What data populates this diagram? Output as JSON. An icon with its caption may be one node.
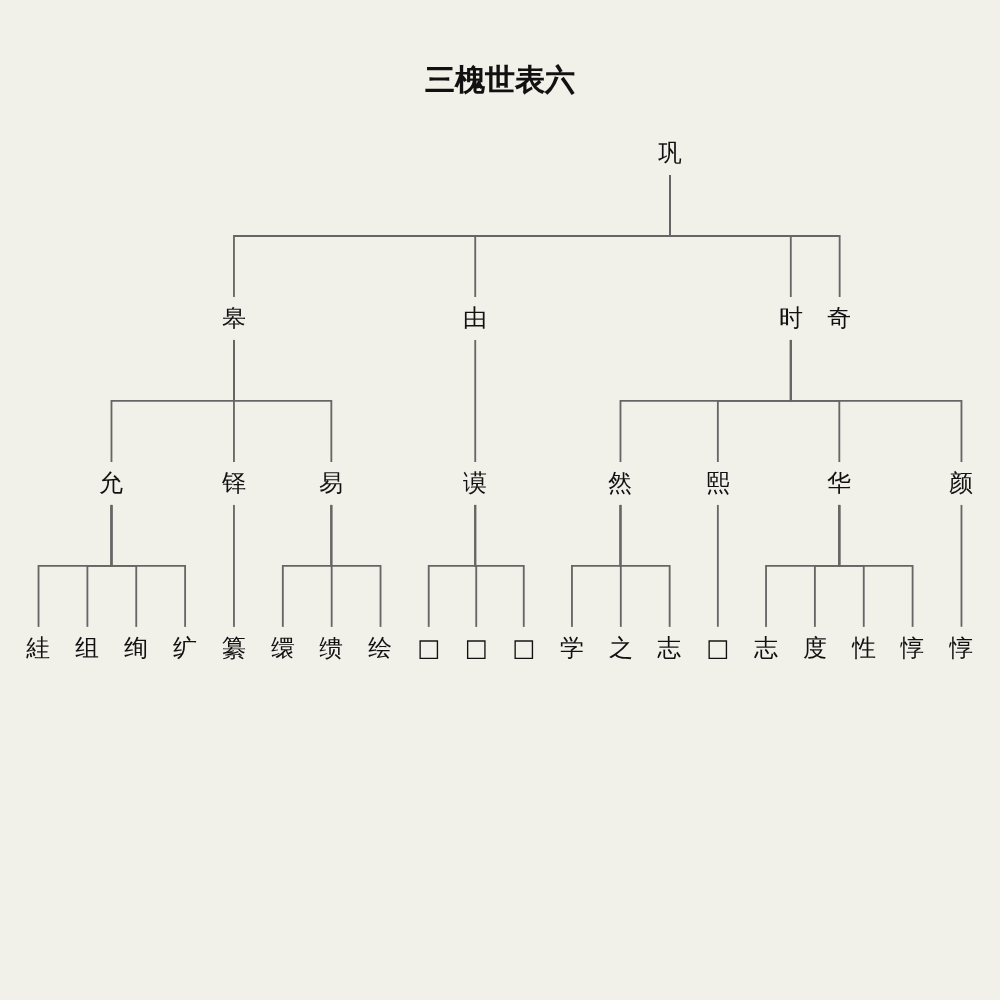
{
  "diagram": {
    "title": "三槐世表六",
    "nodes": [
      {
        "text": [
          "巩"
        ]
      },
      {
        "text": [
          "皋"
        ]
      },
      {
        "text": [
          "由"
        ]
      },
      {
        "text": [
          "时"
        ]
      },
      {
        "text": [
          "奇"
        ]
      },
      {
        "text": [
          "允"
        ]
      },
      {
        "text": [
          "铎"
        ]
      },
      {
        "text": [
          "易"
        ]
      },
      {
        "text": [
          "谟"
        ]
      },
      {
        "text": [
          "然"
        ]
      },
      {
        "text": [
          "熙"
        ]
      },
      {
        "text": [
          "华"
        ]
      },
      {
        "text": [
          "颜"
        ]
      },
      {
        "text": [
          "絓"
        ]
      },
      {
        "text": [
          "组"
        ]
      },
      {
        "text": [
          "绚"
        ]
      },
      {
        "text": [
          "纩"
        ]
      },
      {
        "text": [
          "纂"
        ]
      },
      {
        "text": [
          "缳"
        ]
      },
      {
        "text": [
          "缋"
        ]
      },
      {
        "text": [
          "绘"
        ]
      },
      {
        "text": [
          "□"
        ]
      },
      {
        "text": [
          "□"
        ]
      },
      {
        "text": [
          "□"
        ]
      },
      {
        "text": [
          "学"
        ]
      },
      {
        "text": [
          "之"
        ]
      },
      {
        "text": [
          "志"
        ]
      },
      {
        "text": [
          "□"
        ]
      },
      {
        "text": [
          "志"
        ]
      },
      {
        "text": [
          "度"
        ]
      },
      {
        "text": [
          "性"
        ]
      },
      {
        "text": [
          "惇"
        ]
      },
      {
        "text": [
          "惇"
        ]
      }
    ],
    "edges": [
      {
        "from": 0,
        "to": 1,
        "arrow": "none"
      },
      {
        "from": 0,
        "to": 2,
        "arrow": "none"
      },
      {
        "from": 0,
        "to": 3,
        "arrow": "none"
      },
      {
        "from": 0,
        "to": 4,
        "arrow": "none"
      },
      {
        "from": 1,
        "to": 5,
        "arrow": "none"
      },
      {
        "from": 1,
        "to": 6,
        "arrow": "none"
      },
      {
        "from": 1,
        "to": 7,
        "arrow": "none"
      },
      {
        "from": 2,
        "to": 8,
        "arrow": "none"
      },
      {
        "from": 3,
        "to": 9,
        "arrow": "none"
      },
      {
        "from": 3,
        "to": 10,
        "arrow": "none"
      },
      {
        "from": 3,
        "to": 11,
        "arrow": "none"
      },
      {
        "from": 3,
        "to": 12,
        "arrow": "none"
      },
      {
        "from": 5,
        "to": 13,
        "arrow": "none"
      },
      {
        "from": 5,
        "to": 14,
        "arrow": "none"
      },
      {
        "from": 5,
        "to": 15,
        "arrow": "none"
      },
      {
        "from": 5,
        "to": 16,
        "arrow": "none"
      },
      {
        "from": 6,
        "to": 17,
        "arrow": "none"
      },
      {
        "from": 7,
        "to": 18,
        "arrow": "none"
      },
      {
        "from": 7,
        "to": 19,
        "arrow": "none"
      },
      {
        "from": 7,
        "to": 20,
        "arrow": "none"
      },
      {
        "from": 8,
        "to": 21,
        "arrow": "none"
      },
      {
        "from": 8,
        "to": 22,
        "arrow": "none"
      },
      {
        "from": 8,
        "to": 23,
        "arrow": "none"
      },
      {
        "from": 9,
        "to": 24,
        "arrow": "none"
      },
      {
        "from": 9,
        "to": 25,
        "arrow": "none"
      },
      {
        "from": 9,
        "to": 26,
        "arrow": "none"
      },
      {
        "from": 10,
        "to": 27,
        "arrow": "none"
      },
      {
        "from": 11,
        "to": 28,
        "arrow": "none"
      },
      {
        "from": 11,
        "to": 29,
        "arrow": "none"
      },
      {
        "from": 11,
        "to": 30,
        "arrow": "none"
      },
      {
        "from": 11,
        "to": 31,
        "arrow": "none"
      },
      {
        "from": 12,
        "to": 32,
        "arrow": "none"
      }
    ]
  }
}
